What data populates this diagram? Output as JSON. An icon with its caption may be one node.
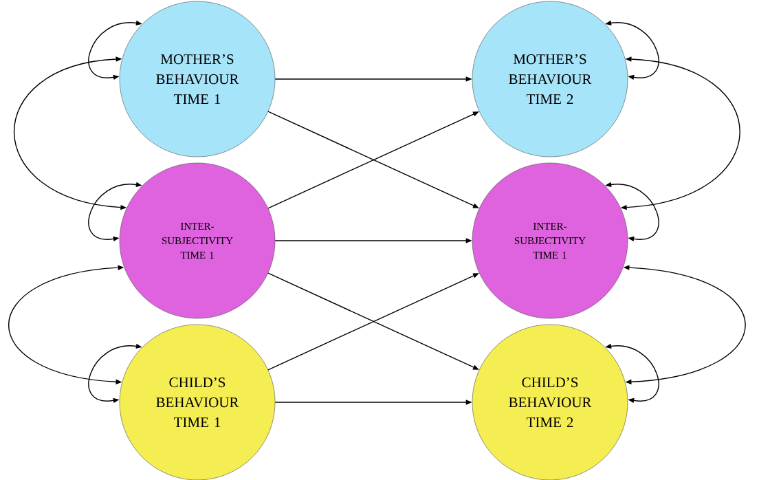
{
  "diagram": {
    "nodes": [
      {
        "text": [
          "MOTHER’S BEHAVIOUR TIME 1"
        ]
      },
      {
        "text": [
          "INTER-SUBJECTIVITY TIME 1"
        ]
      },
      {
        "text": [
          "CHILD’S BEHAVIOUR TIME 1"
        ]
      },
      {
        "text": [
          "MOTHER’S BEHAVIOUR TIME 2"
        ]
      },
      {
        "text": [
          "INTER-SUBJECTIVITY TIME 1"
        ]
      },
      {
        "text": [
          "CHILD’S BEHAVIOUR TIME 2"
        ]
      }
    ],
    "edges": [
      {
        "from": 0,
        "to": 0,
        "arrow": "both"
      },
      {
        "from": 1,
        "to": 1,
        "arrow": "both"
      },
      {
        "from": 2,
        "to": 2,
        "arrow": "both"
      },
      {
        "from": 3,
        "to": 3,
        "arrow": "both"
      },
      {
        "from": 4,
        "to": 4,
        "arrow": "both"
      },
      {
        "from": 5,
        "to": 5,
        "arrow": "both"
      },
      {
        "from": 0,
        "to": 1,
        "arrow": "both"
      },
      {
        "from": 1,
        "to": 2,
        "arrow": "both"
      },
      {
        "from": 3,
        "to": 4,
        "arrow": "both"
      },
      {
        "from": 4,
        "to": 5,
        "arrow": "both"
      },
      {
        "from": 0,
        "to": 3,
        "arrow": "to"
      },
      {
        "from": 0,
        "to": 4,
        "arrow": "to"
      },
      {
        "from": 1,
        "to": 3,
        "arrow": "to"
      },
      {
        "from": 1,
        "to": 4,
        "arrow": "to"
      },
      {
        "from": 1,
        "to": 5,
        "arrow": "to"
      },
      {
        "from": 2,
        "to": 4,
        "arrow": "to"
      },
      {
        "from": 2,
        "to": 5,
        "arrow": "to"
      }
    ]
  }
}
